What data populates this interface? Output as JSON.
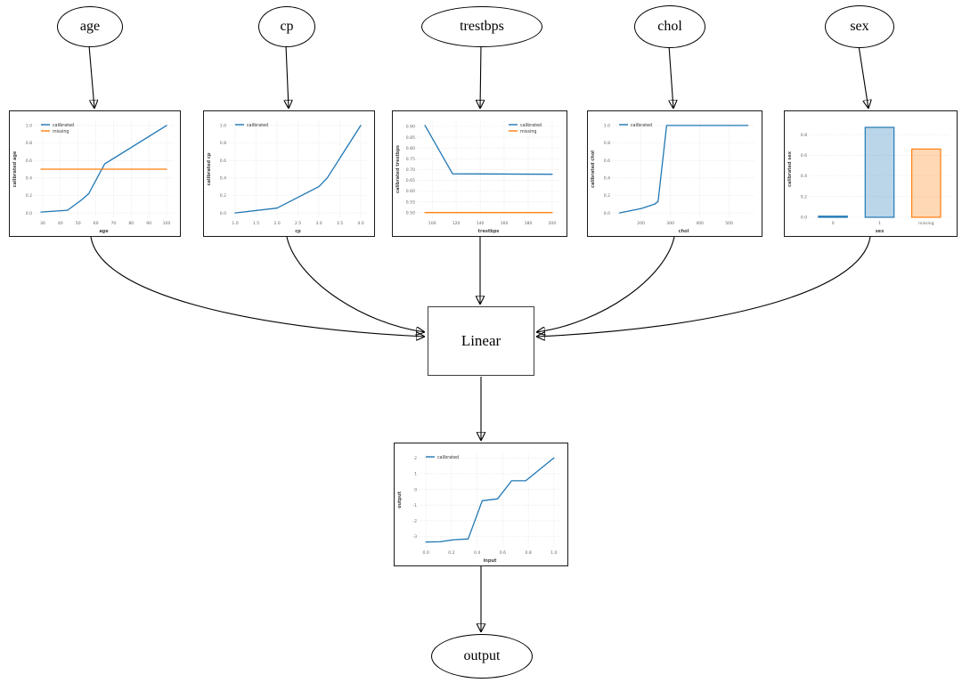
{
  "nodes": {
    "age": "age",
    "cp": "cp",
    "trestbps": "trestbps",
    "chol": "chol",
    "sex": "sex",
    "linear": "Linear",
    "output": "output"
  },
  "colors": {
    "calibrated": "#1f77b4",
    "missing": "#ff7f0e",
    "edge": "#000000",
    "grid": "#dadada"
  },
  "chart_data": [
    {
      "id": "age",
      "type": "line",
      "xlabel": "age",
      "ylabel": "calibrated age",
      "legend": "upper-left",
      "grid": true,
      "xlim": [
        25.5,
        103.5
      ],
      "ylim": [
        -0.05,
        1.05
      ],
      "xticks": [
        30,
        40,
        50,
        60,
        70,
        80,
        90,
        100
      ],
      "xticklabels": [
        "30",
        "40",
        "50",
        "60",
        "70",
        "80",
        "90",
        "100"
      ],
      "yticks": [
        0.0,
        0.2,
        0.4,
        0.6,
        0.8,
        1.0
      ],
      "yticklabels": [
        "0.0",
        "0.2",
        "0.4",
        "0.6",
        "0.8",
        "1.0"
      ],
      "series": [
        {
          "name": "calibrated",
          "color": "#1f77b4",
          "x": [
            29,
            44,
            52,
            56,
            65,
            100
          ],
          "y": [
            0.01,
            0.03,
            0.15,
            0.22,
            0.56,
            1.0
          ]
        },
        {
          "name": "missing",
          "color": "#ff7f0e",
          "x": [
            29,
            100
          ],
          "y": [
            0.5,
            0.5
          ]
        }
      ]
    },
    {
      "id": "cp",
      "type": "line",
      "xlabel": "cp",
      "ylabel": "calibrated cp",
      "legend": "upper-left",
      "grid": true,
      "xlim": [
        0.85,
        4.15
      ],
      "ylim": [
        -0.05,
        1.05
      ],
      "xticks": [
        1.0,
        1.5,
        2.0,
        2.5,
        3.0,
        3.5,
        4.0
      ],
      "xticklabels": [
        "1.0",
        "1.5",
        "2.0",
        "2.5",
        "3.0",
        "3.5",
        "4.0"
      ],
      "yticks": [
        0.0,
        0.2,
        0.4,
        0.6,
        0.8,
        1.0
      ],
      "yticklabels": [
        "0.0",
        "0.2",
        "0.4",
        "0.6",
        "0.8",
        "1.0"
      ],
      "series": [
        {
          "name": "calibrated",
          "color": "#1f77b4",
          "x": [
            1.0,
            2.0,
            3.0,
            3.2,
            4.0
          ],
          "y": [
            0.0,
            0.055,
            0.3,
            0.4,
            1.0
          ]
        }
      ]
    },
    {
      "id": "trestbps",
      "type": "line",
      "xlabel": "trestbps",
      "ylabel": "calibrated trestbps",
      "legend": "upper-right",
      "grid": true,
      "xlim": [
        88,
        206
      ],
      "ylim": [
        0.478,
        0.925
      ],
      "xticks": [
        100,
        120,
        140,
        160,
        180,
        200
      ],
      "xticklabels": [
        "100",
        "120",
        "140",
        "160",
        "180",
        "200"
      ],
      "yticks": [
        0.5,
        0.55,
        0.6,
        0.65,
        0.7,
        0.75,
        0.8,
        0.85,
        0.9
      ],
      "yticklabels": [
        "0.50",
        "0.55",
        "0.60",
        "0.65",
        "0.70",
        "0.75",
        "0.80",
        "0.85",
        "0.90"
      ],
      "series": [
        {
          "name": "calibrated",
          "color": "#1f77b4",
          "x": [
            94,
            117,
            200
          ],
          "y": [
            0.905,
            0.68,
            0.678
          ]
        },
        {
          "name": "missing",
          "color": "#ff7f0e",
          "x": [
            94,
            200
          ],
          "y": [
            0.5,
            0.5
          ]
        }
      ]
    },
    {
      "id": "chol",
      "type": "line",
      "xlabel": "chol",
      "ylabel": "calibrated chol",
      "legend": "upper-left",
      "grid": true,
      "xlim": [
        104,
        586
      ],
      "ylim": [
        -0.05,
        1.05
      ],
      "xticks": [
        200,
        300,
        400,
        500
      ],
      "xticklabels": [
        "200",
        "300",
        "400",
        "500"
      ],
      "yticks": [
        0.0,
        0.2,
        0.4,
        0.6,
        0.8,
        1.0
      ],
      "yticklabels": [
        "0.0",
        "0.2",
        "0.4",
        "0.6",
        "0.8",
        "1.0"
      ],
      "series": [
        {
          "name": "calibrated",
          "color": "#1f77b4",
          "x": [
            126,
            200,
            246,
            258,
            287,
            564
          ],
          "y": [
            0.0,
            0.05,
            0.1,
            0.13,
            1.0,
            1.0
          ]
        }
      ]
    },
    {
      "id": "sex",
      "type": "bar",
      "xlabel": "sex",
      "ylabel": "calibrated sex",
      "grid": true,
      "categories": [
        "0",
        "1",
        "missing"
      ],
      "values": [
        0.01,
        0.87,
        0.66
      ],
      "bar_colors": [
        "#1f77b4",
        "#1f77b4",
        "#ff7f0e"
      ],
      "ylim": [
        0,
        0.93
      ],
      "yticks": [
        0.0,
        0.2,
        0.4,
        0.6,
        0.8
      ],
      "yticklabels": [
        "0.0",
        "0.2",
        "0.4",
        "0.6",
        "0.8"
      ]
    },
    {
      "id": "output",
      "type": "line",
      "xlabel": "input",
      "ylabel": "output",
      "legend": "upper-left",
      "grid": true,
      "xlim": [
        -0.05,
        1.05
      ],
      "ylim": [
        -3.65,
        2.3
      ],
      "xticks": [
        0.0,
        0.2,
        0.4,
        0.6,
        0.8,
        1.0
      ],
      "xticklabels": [
        "0.0",
        "0.2",
        "0.4",
        "0.6",
        "0.8",
        "1.0"
      ],
      "yticks": [
        -3,
        -2,
        -1,
        0,
        1,
        2
      ],
      "yticklabels": [
        "-3",
        "-2",
        "-1",
        "0",
        "1",
        "2"
      ],
      "series": [
        {
          "name": "calibrated",
          "color": "#1f77b4",
          "x": [
            0.0,
            0.11,
            0.22,
            0.33,
            0.44,
            0.56,
            0.67,
            0.78,
            1.0
          ],
          "y": [
            -3.35,
            -3.33,
            -3.2,
            -3.15,
            -0.72,
            -0.6,
            0.55,
            0.55,
            2.0
          ]
        }
      ]
    }
  ]
}
